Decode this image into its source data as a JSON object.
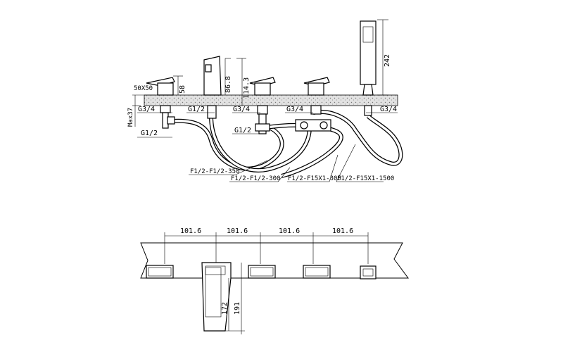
{
  "colors": {
    "line": "#000000",
    "background": "#ffffff",
    "deck_fill": "#d9d9d9"
  },
  "side_view": {
    "deck_cutout": "50X50",
    "max_deck": "Max37",
    "heights": {
      "handle": "58",
      "spout_upper": "86.8",
      "spout_total": "114.3",
      "hand_shower": "242"
    },
    "threads": {
      "left_top": "G3/4",
      "left_bottom": "G1/2",
      "spout": "G1/2",
      "mid_top": "G3/4",
      "mid_bottom": "G1/2",
      "right_valve": "G3/4",
      "shower": "G3/4"
    },
    "hoses": [
      "F1/2-F1/2-350",
      "F1/2-F1/2-300",
      "F1/2-F15X1-300",
      "F1/2-F15X1-1500"
    ]
  },
  "top_view": {
    "spacings": [
      "101.6",
      "101.6",
      "101.6",
      "101.6"
    ],
    "spout_lengths": [
      "172",
      "191"
    ]
  }
}
